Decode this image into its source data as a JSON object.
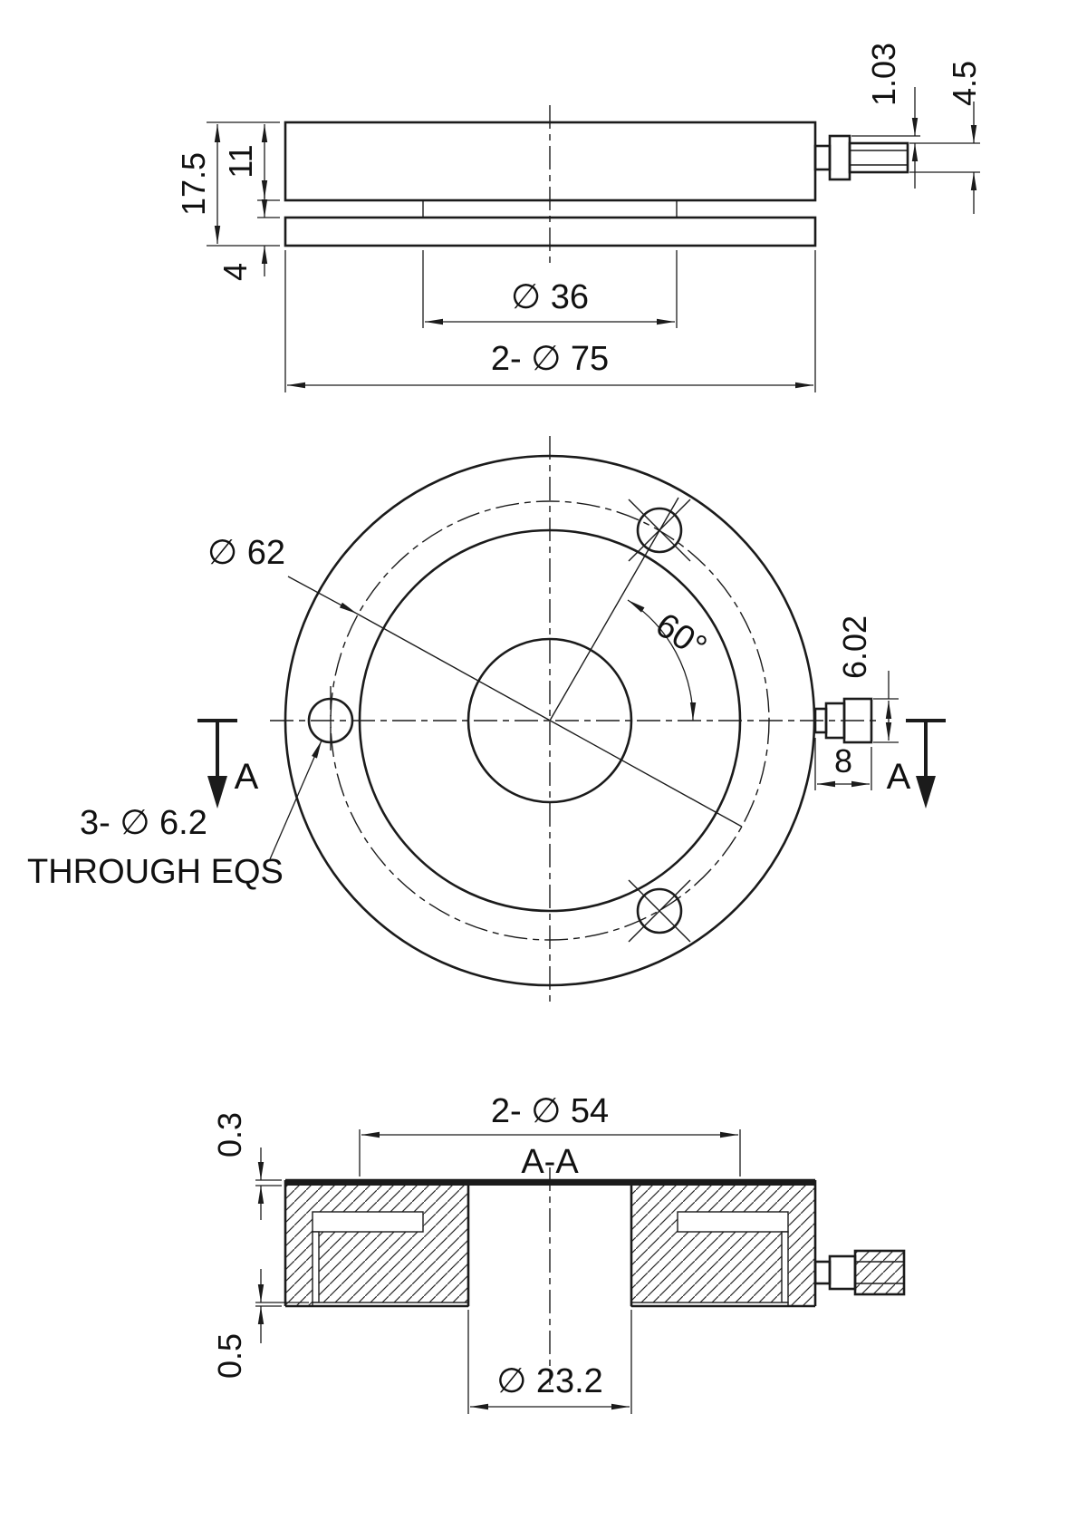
{
  "page": {
    "background": "#ffffff",
    "line_color": "#1b1b1b"
  },
  "side_view": {
    "dim_total_height": "17.5",
    "dim_body_height": "11",
    "dim_plate_height": "4",
    "dim_connector_step": "1.03",
    "dim_connector_nut_height": "4.5",
    "dim_boss_diameter": "∅ 36",
    "dim_outer_diameter": "2- ∅ 75"
  },
  "plan_view": {
    "dim_bolt_circle_diameter": "∅ 62",
    "dim_hole_angle": "60°",
    "dim_connector_height": "6.02",
    "dim_connector_length": "8",
    "note_holes_line1": "3- ∅ 6.2",
    "note_holes_line2": "THROUGH EQS",
    "section_marker_left": "A",
    "section_marker_right": "A"
  },
  "section_view": {
    "title": "A-A",
    "dim_recess_diameter": "2- ∅ 54",
    "dim_top_plate_thickness": "0.3",
    "dim_bottom_gap": "0.5",
    "dim_center_hole_diameter": "∅ 23.2"
  }
}
